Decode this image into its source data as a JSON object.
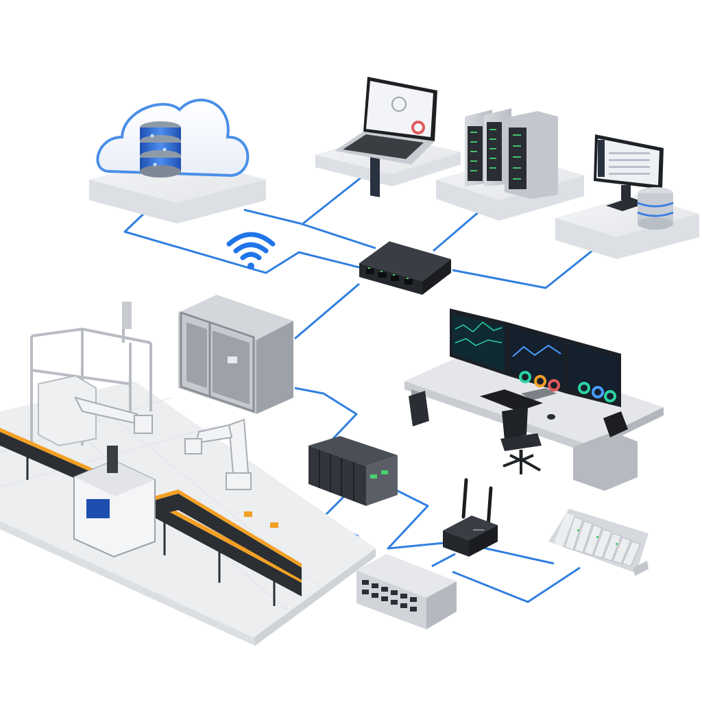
{
  "colors": {
    "background": "#ffffff",
    "cable": "#2f7fe0",
    "platform": "#e9eaec",
    "platform_edge": "#c9ccd1",
    "device_dark": "#2b2e33",
    "device_light": "#dfe2e6",
    "cloud_outline": "#4a8fe8",
    "db_blue": "#2d6fd8",
    "accent_orange": "#f2a024"
  },
  "nodes": [
    {
      "id": "cloud-database",
      "icon": "cloud-database-icon"
    },
    {
      "id": "laptop-dashboard",
      "icon": "laptop-icon"
    },
    {
      "id": "server-racks",
      "icon": "server-rack-icon"
    },
    {
      "id": "monitor-database",
      "icon": "desktop-database-icon"
    },
    {
      "id": "wifi",
      "icon": "wifi-icon"
    },
    {
      "id": "network-switch-5port",
      "icon": "network-switch-icon"
    },
    {
      "id": "control-cabinet",
      "icon": "electrical-cabinet-icon"
    },
    {
      "id": "operator-workstation",
      "icon": "multi-monitor-desk-icon"
    },
    {
      "id": "plc-rack",
      "icon": "plc-icon"
    },
    {
      "id": "cellular-router",
      "icon": "router-antenna-icon"
    },
    {
      "id": "io-module-rail",
      "icon": "io-module-icon"
    },
    {
      "id": "industrial-switch-16port",
      "icon": "switch-16port-icon"
    },
    {
      "id": "factory-floor",
      "icon": "production-line-icon"
    }
  ],
  "links": [
    {
      "from": "cloud-database",
      "to": "network-switch-5port",
      "type": "wired"
    },
    {
      "from": "laptop-dashboard",
      "to": "network-switch-5port",
      "type": "wired"
    },
    {
      "from": "server-racks",
      "to": "network-switch-5port",
      "type": "wired"
    },
    {
      "from": "monitor-database",
      "to": "network-switch-5port",
      "type": "wired"
    },
    {
      "from": "wifi",
      "to": "network-switch-5port",
      "type": "wireless"
    },
    {
      "from": "network-switch-5port",
      "to": "control-cabinet",
      "type": "wired"
    },
    {
      "from": "control-cabinet",
      "to": "plc-rack",
      "type": "wired"
    },
    {
      "from": "plc-rack",
      "to": "industrial-switch-16port",
      "type": "wired"
    },
    {
      "from": "plc-rack",
      "to": "cellular-router",
      "type": "wired"
    },
    {
      "from": "cellular-router",
      "to": "io-module-rail",
      "type": "wired"
    },
    {
      "from": "industrial-switch-16port",
      "to": "io-module-rail",
      "type": "wired"
    }
  ]
}
